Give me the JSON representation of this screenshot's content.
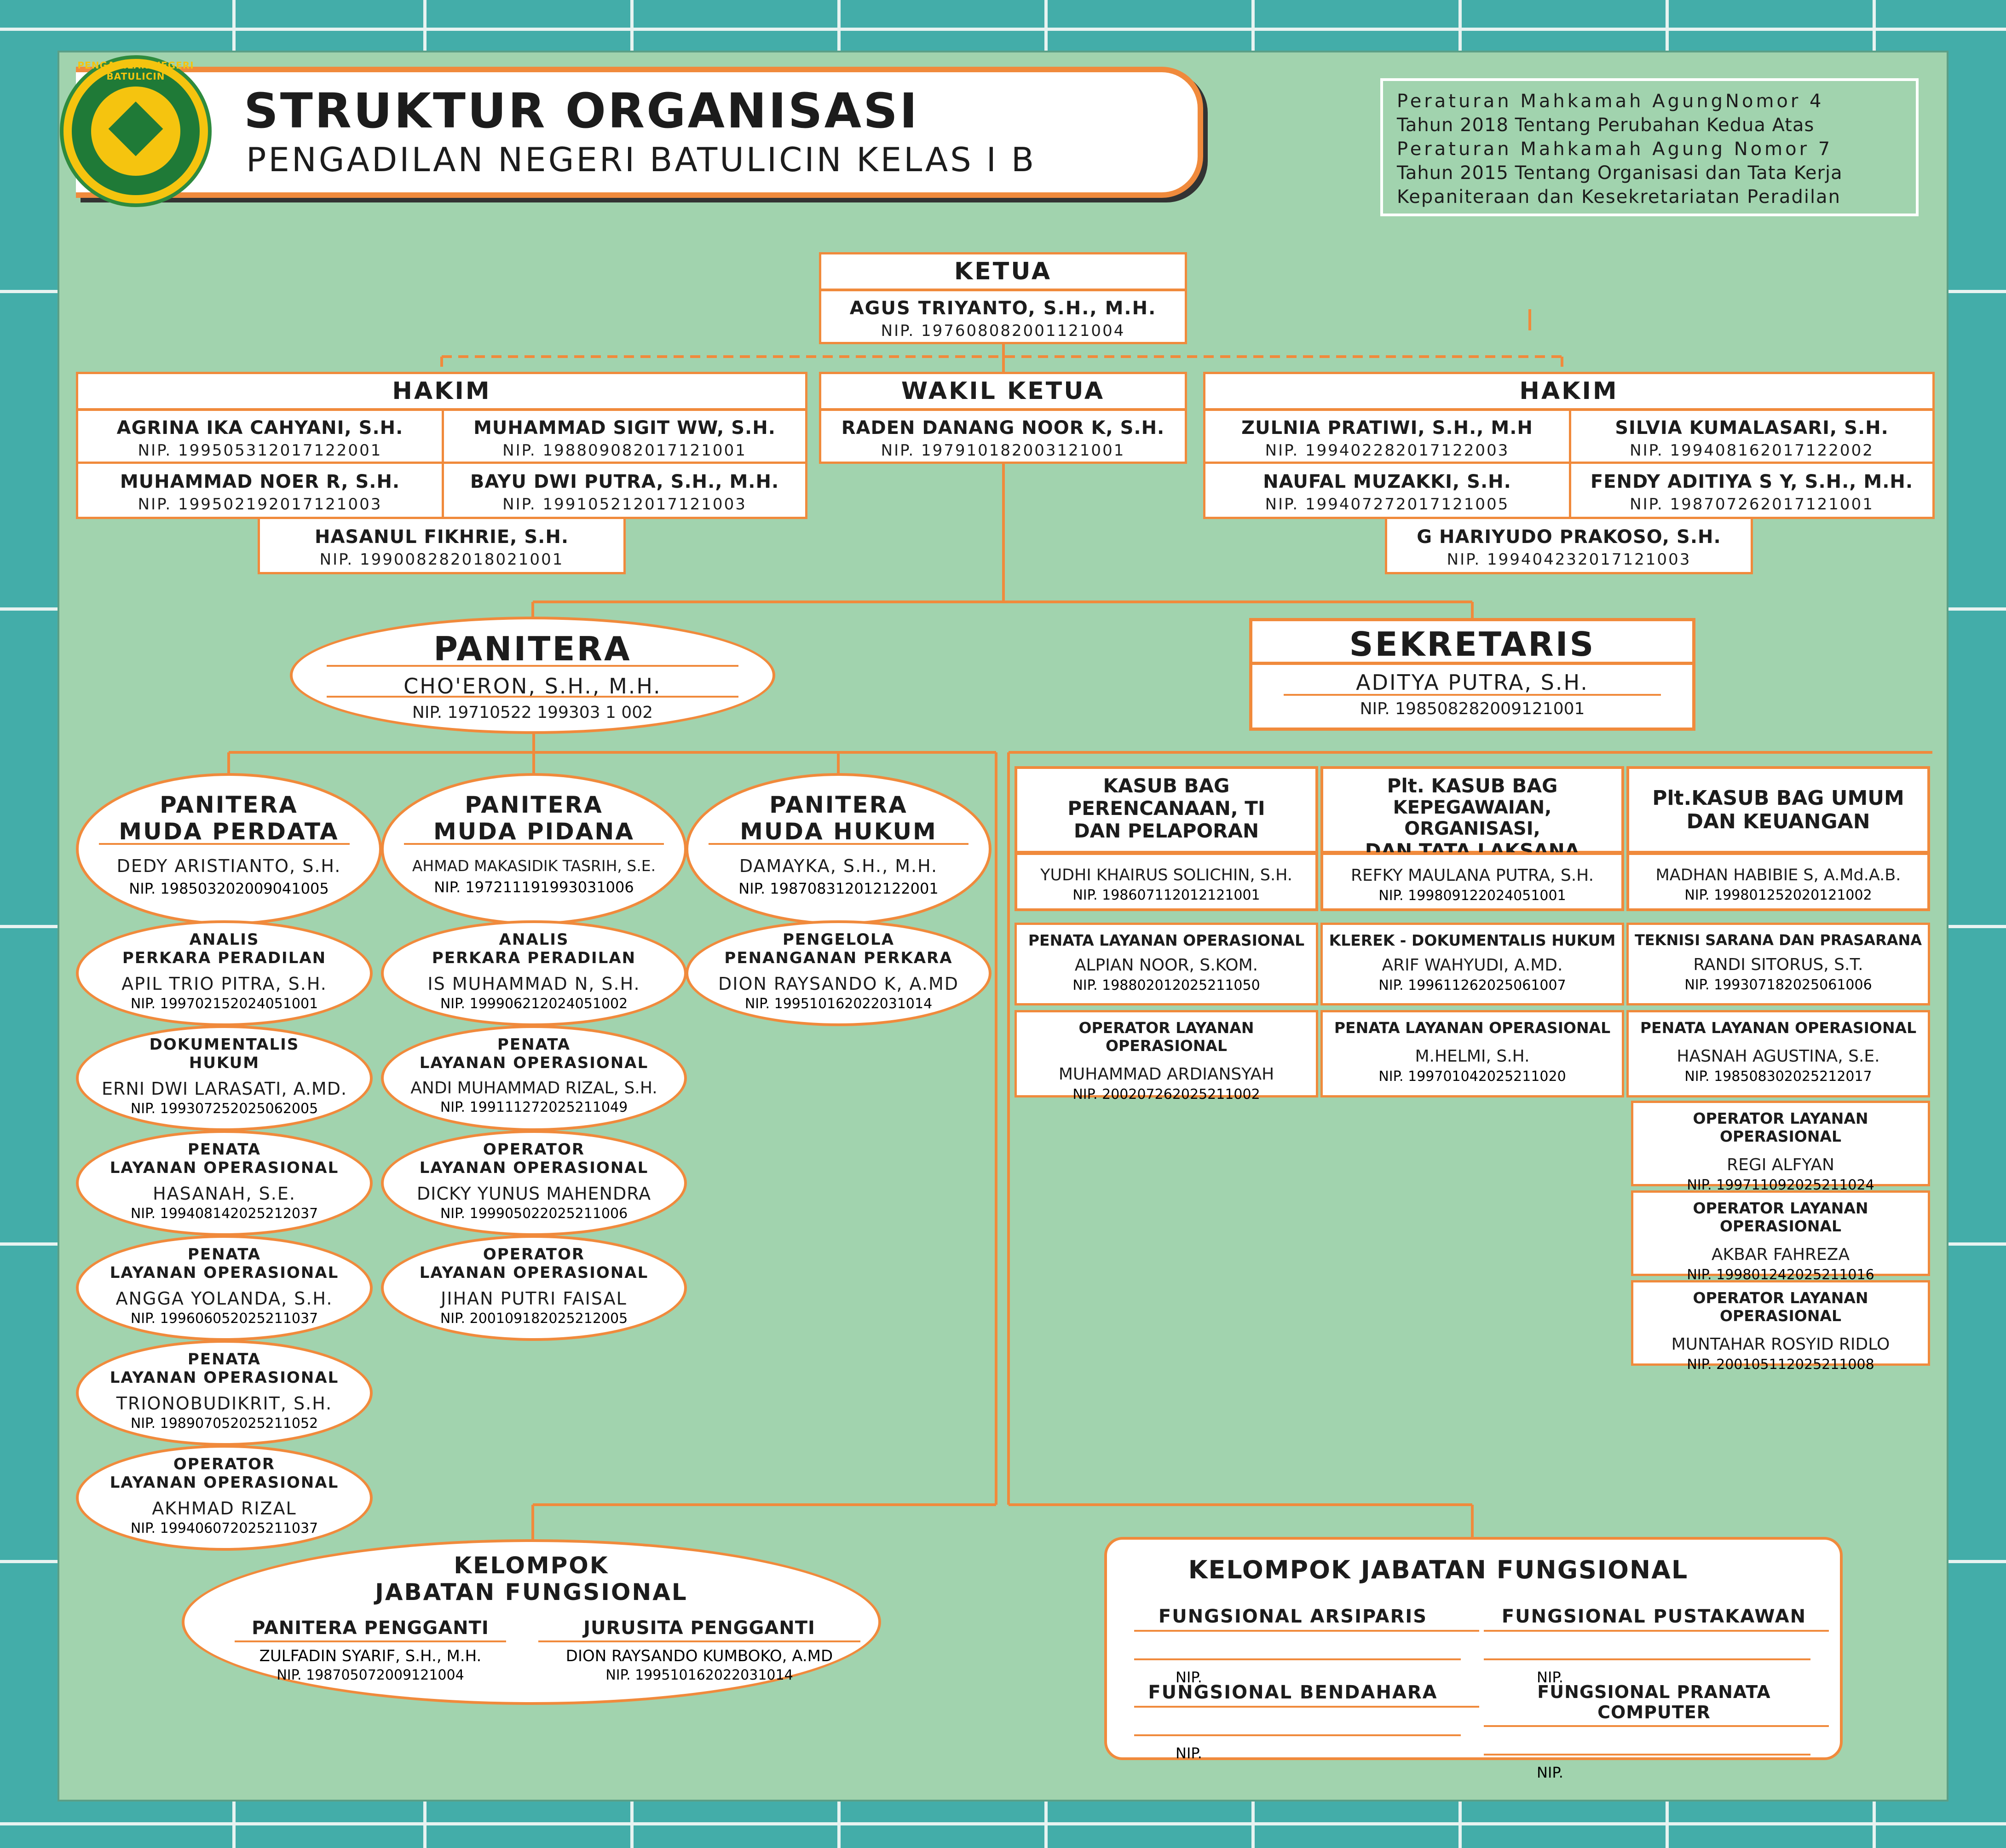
{
  "header": {
    "title": "STRUKTUR ORGANISASI",
    "subtitle": "PENGADILAN NEGERI BATULICIN KELAS I B",
    "logo_text": "PENGADILAN NEGERI BATULICIN",
    "regulation": [
      "Peraturan Mahkamah AgungNomor 4",
      "Tahun 2018 Tentang Perubahan Kedua Atas",
      "Peraturan Mahkamah Agung Nomor 7",
      "Tahun 2015 Tentang Organisasi dan Tata Kerja",
      "Kepaniteraan dan Kesekretariatan Peradilan"
    ]
  },
  "ketua": {
    "title": "KETUA",
    "name": "AGUS TRIYANTO, S.H., M.H.",
    "nip": "NIP. 197608082001121004"
  },
  "hakim_left": {
    "title": "HAKIM",
    "members": [
      {
        "name": "AGRINA IKA CAHYANI, S.H.",
        "nip": "NIP. 199505312017122001"
      },
      {
        "name": "MUHAMMAD SIGIT WW, S.H.",
        "nip": "NIP. 198809082017121001"
      },
      {
        "name": "MUHAMMAD NOER R, S.H.",
        "nip": "NIP. 199502192017121003"
      },
      {
        "name": "BAYU DWI PUTRA, S.H., M.H.",
        "nip": "NIP. 199105212017121003"
      },
      {
        "name": "HASANUL FIKHRIE, S.H.",
        "nip": "NIP. 199008282018021001"
      }
    ]
  },
  "wakil": {
    "title": "WAKIL KETUA",
    "name": "RADEN DANANG NOOR K, S.H.",
    "nip": "NIP. 197910182003121001"
  },
  "hakim_right": {
    "title": "HAKIM",
    "members": [
      {
        "name": "ZULNIA PRATIWI, S.H., M.H",
        "nip": "NIP. 199402282017122003"
      },
      {
        "name": "SILVIA KUMALASARI, S.H.",
        "nip": "NIP. 199408162017122002"
      },
      {
        "name": "NAUFAL MUZAKKI, S.H.",
        "nip": "NIP. 199407272017121005"
      },
      {
        "name": "FENDY ADITIYA S Y, S.H., M.H.",
        "nip": "NIP. 198707262017121001"
      },
      {
        "name": "G HARIYUDO PRAKOSO, S.H.",
        "nip": "NIP. 199404232017121003"
      }
    ]
  },
  "panitera": {
    "title": "PANITERA",
    "name": "CHO'ERON, S.H., M.H.",
    "nip": "NIP. 19710522 199303 1 002"
  },
  "sekretaris": {
    "title": "SEKRETARIS",
    "name": "ADITYA PUTRA, S.H.",
    "nip": "NIP. 198508282009121001"
  },
  "pm_perdata": {
    "title1": "PANITERA",
    "title2": "MUDA PERDATA",
    "name": "DEDY ARISTIANTO, S.H.",
    "nip": "NIP. 198503202009041005",
    "staff": [
      {
        "r1": "ANALIS",
        "r2": "PERKARA PERADILAN",
        "name": "APIL TRIO PITRA, S.H.",
        "nip": "NIP. 199702152024051001"
      },
      {
        "r1": "DOKUMENTALIS",
        "r2": "HUKUM",
        "name": "ERNI DWI LARASATI, A.MD.",
        "nip": "NIP. 199307252025062005"
      },
      {
        "r1": "PENATA",
        "r2": "LAYANAN OPERASIONAL",
        "name": "HASANAH, S.E.",
        "nip": "NIP. 199408142025212037"
      },
      {
        "r1": "PENATA",
        "r2": "LAYANAN OPERASIONAL",
        "name": "ANGGA YOLANDA, S.H.",
        "nip": "NIP. 199606052025211037"
      },
      {
        "r1": "PENATA",
        "r2": "LAYANAN OPERASIONAL",
        "name": "TRIONOBUDIKRIT, S.H.",
        "nip": "NIP. 198907052025211052"
      },
      {
        "r1": "OPERATOR",
        "r2": "LAYANAN OPERASIONAL",
        "name": "AKHMAD RIZAL",
        "nip": "NIP. 199406072025211037"
      }
    ]
  },
  "pm_pidana": {
    "title1": "PANITERA",
    "title2": "MUDA PIDANA",
    "name": "AHMAD MAKASIDIK TASRIH, S.E.",
    "nip": "NIP. 197211191993031006",
    "staff": [
      {
        "r1": "ANALIS",
        "r2": "PERKARA PERADILAN",
        "name": "IS MUHAMMAD N, S.H.",
        "nip": "NIP. 199906212024051002"
      },
      {
        "r1": "PENATA",
        "r2": "LAYANAN OPERASIONAL",
        "name": "ANDI MUHAMMAD RIZAL, S.H.",
        "nip": "NIP. 199111272025211049"
      },
      {
        "r1": "OPERATOR",
        "r2": "LAYANAN OPERASIONAL",
        "name": "DICKY YUNUS MAHENDRA",
        "nip": "NIP. 199905022025211006"
      },
      {
        "r1": "OPERATOR",
        "r2": "LAYANAN OPERASIONAL",
        "name": "JIHAN PUTRI FAISAL",
        "nip": "NIP. 200109182025212005"
      }
    ]
  },
  "pm_hukum": {
    "title1": "PANITERA",
    "title2": "MUDA HUKUM",
    "name": "DAMAYKA, S.H., M.H.",
    "nip": "NIP. 198708312012122001",
    "staff": [
      {
        "r1": "PENGELOLA",
        "r2": "PENANGANAN PERKARA",
        "name": "DION RAYSANDO K, A.MD",
        "nip": "NIP. 199510162022031014"
      }
    ]
  },
  "kasub": [
    {
      "title": [
        "KASUB BAG",
        "PERENCANAAN, TI",
        "DAN PELAPORAN"
      ],
      "name": "YUDHI KHAIRUS SOLICHIN, S.H.",
      "nip": "NIP. 198607112012121001",
      "staff": [
        {
          "role": "PENATA LAYANAN OPERASIONAL",
          "name": "ALPIAN NOOR, S.KOM.",
          "nip": "NIP. 198802012025211050"
        },
        {
          "role": "OPERATOR LAYANAN OPERASIONAL",
          "name": "MUHAMMAD ARDIANSYAH",
          "nip": "NIP. 200207262025211002"
        }
      ]
    },
    {
      "title": [
        "Plt. KASUB BAG",
        "KEPEGAWAIAN, ORGANISASI,",
        "DAN TATA LAKSANA"
      ],
      "name": "REFKY MAULANA PUTRA, S.H.",
      "nip": "NIP. 199809122024051001",
      "staff": [
        {
          "role": "KLEREK - DOKUMENTALIS HUKUM",
          "name": "ARIF WAHYUDI, A.MD.",
          "nip": "NIP. 199611262025061007"
        },
        {
          "role": "PENATA LAYANAN OPERASIONAL",
          "name": "M.HELMI, S.H.",
          "nip": "NIP. 199701042025211020"
        }
      ]
    },
    {
      "title": [
        "Plt.KASUB BAG UMUM",
        "DAN KEUANGAN"
      ],
      "name": "MADHAN HABIBIE S, A.Md.A.B.",
      "nip": "NIP. 199801252020121002",
      "staff": [
        {
          "role": "TEKNISI SARANA DAN PRASARANA",
          "name": "RANDI SITORUS, S.T.",
          "nip": "NIP. 199307182025061006"
        },
        {
          "role": "PENATA LAYANAN OPERASIONAL",
          "name": "HASNAH AGUSTINA, S.E.",
          "nip": "NIP. 198508302025212017"
        },
        {
          "role": "OPERATOR LAYANAN OPERASIONAL",
          "name": "REGI ALFYAN",
          "nip": "NIP. 199711092025211024"
        },
        {
          "role": "OPERATOR LAYANAN OPERASIONAL",
          "name": "AKBAR FAHREZA",
          "nip": "NIP. 199801242025211016"
        },
        {
          "role": "OPERATOR LAYANAN OPERASIONAL",
          "name": "MUNTAHAR ROSYID RIDLO",
          "nip": "NIP. 200105112025211008"
        }
      ]
    }
  ],
  "kjf_left": {
    "title1": "KELOMPOK",
    "title2": "JABATAN FUNGSIONAL",
    "items": [
      {
        "role": "PANITERA PENGGANTI",
        "name": "ZULFADIN SYARIF, S.H., M.H.",
        "nip": "NIP. 198705072009121004"
      },
      {
        "role": "JURUSITA PENGGANTI",
        "name": "DION RAYSANDO KUMBOKO, A.MD",
        "nip": "NIP. 199510162022031014"
      }
    ]
  },
  "kjf_right": {
    "title": "KELOMPOK JABATAN FUNGSIONAL",
    "items": [
      {
        "role": "FUNGSIONAL ARSIPARIS",
        "nip": "NIP."
      },
      {
        "role": "FUNGSIONAL PUSTAKAWAN",
        "nip": "NIP."
      },
      {
        "role": "FUNGSIONAL BENDAHARA",
        "nip": "NIP."
      },
      {
        "role": "FUNGSIONAL PRANATA COMPUTER",
        "nip": "NIP."
      }
    ]
  },
  "colors": {
    "background": "#43ada9",
    "board": "#a1d3ae",
    "accent": "#f08a3c",
    "text": "#1c1c1c"
  }
}
